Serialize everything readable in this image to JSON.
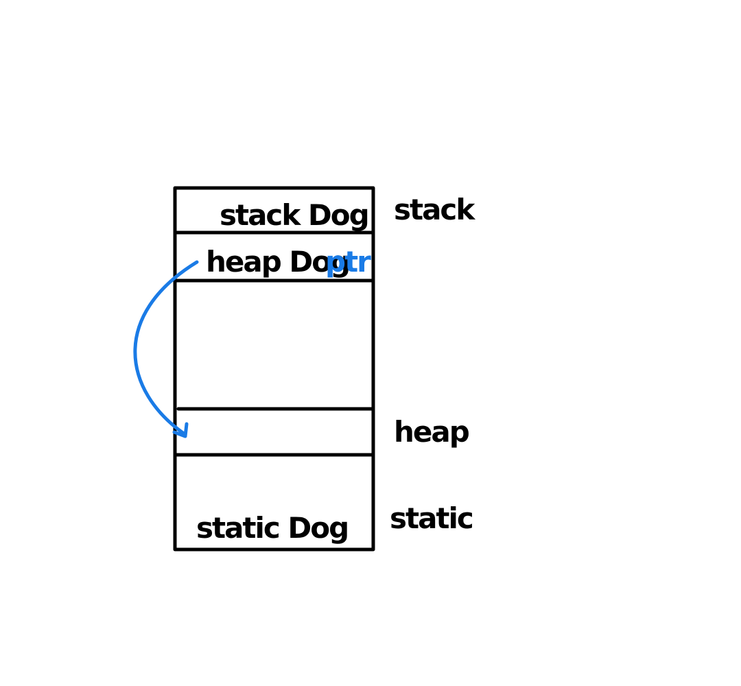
{
  "cells": {
    "stack_dog": "stack Dog",
    "heap_dog": "heap Dog",
    "pointer": "ptr",
    "static_dog": "static Dog"
  },
  "regions": {
    "stack": "stack",
    "heap": "heap",
    "static": "static"
  },
  "colors": {
    "ink": "#000000",
    "pointer": "#1a7be6",
    "background": "#ffffff"
  }
}
